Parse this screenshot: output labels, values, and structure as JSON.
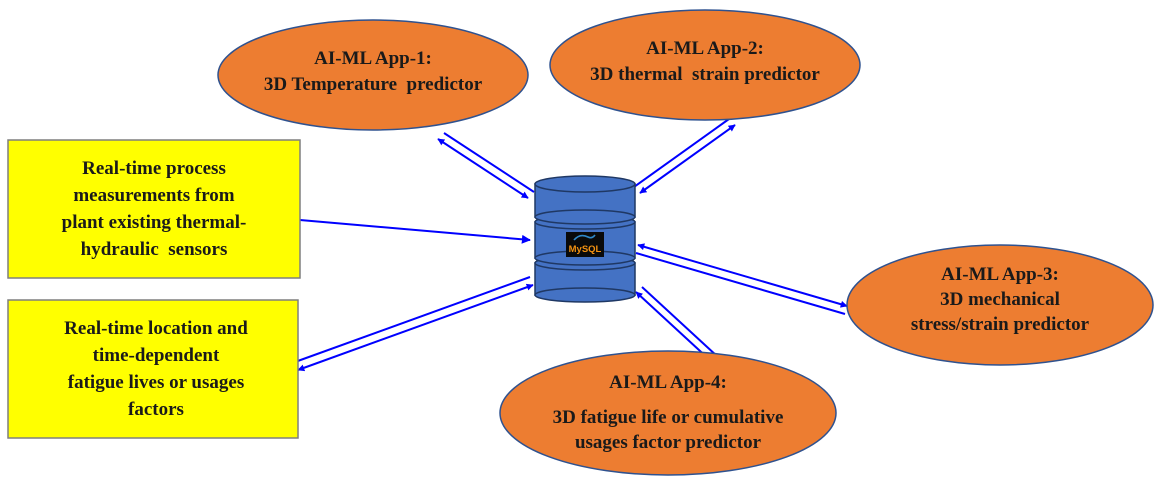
{
  "apps": {
    "app1": {
      "title": "AI-ML App-1:",
      "line1": "3D Temperature  predictor"
    },
    "app2": {
      "title": "AI-ML App-2:",
      "line1": "3D thermal  strain predictor"
    },
    "app3": {
      "title": "AI-ML App-3:",
      "line1": "3D mechanical",
      "line2": "stress/strain predictor"
    },
    "app4": {
      "title": "AI-ML App-4:",
      "line1": "3D fatigue life or cumulative",
      "line2": "usages factor predictor"
    }
  },
  "inputs": {
    "box1": {
      "line1": "Real-time process",
      "line2": "measurements from",
      "line3": "plant existing thermal-",
      "line4": "hydraulic  sensors"
    },
    "box2": {
      "line1": "Real-time location and",
      "line2": "time-dependent",
      "line3": "fatigue lives or usages",
      "line4": "factors"
    }
  },
  "database": {
    "logo_text": "MySQL",
    "icon": "database-cylinder-icon"
  },
  "colors": {
    "ellipse_fill": "#ED7D31",
    "ellipse_stroke": "#2F528F",
    "box_fill": "#FFFF00",
    "box_stroke": "#7F7F7F",
    "arrow": "#0000FF",
    "db_fill": "#4472C4",
    "db_stroke": "#1F3864"
  }
}
